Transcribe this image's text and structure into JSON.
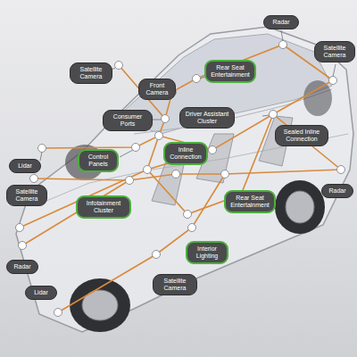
{
  "diagram": {
    "nodes": [
      {
        "text": [
          "Radar"
        ]
      },
      {
        "text": [
          "Satellite Camera"
        ]
      },
      {
        "text": [
          "Satellite Camera"
        ]
      },
      {
        "text": [
          "Rear Seat Entertainment"
        ]
      },
      {
        "text": [
          "Front Camera"
        ]
      },
      {
        "text": [
          "Consumer Ports"
        ]
      },
      {
        "text": [
          "Driver Assistant Cluster"
        ]
      },
      {
        "text": [
          "Sealed Inline Connection"
        ]
      },
      {
        "text": [
          "Control Panels"
        ]
      },
      {
        "text": [
          "Inline Connection"
        ]
      },
      {
        "text": [
          "Lidar"
        ]
      },
      {
        "text": [
          "Satellite Camera"
        ]
      },
      {
        "text": [
          "Infotainment Cluster"
        ]
      },
      {
        "text": [
          "Rear Seat Entertainment"
        ]
      },
      {
        "text": [
          "Radar"
        ]
      },
      {
        "text": [
          "Interior Lighting"
        ]
      },
      {
        "text": [
          "Radar"
        ]
      },
      {
        "text": [
          "Lidar"
        ]
      },
      {
        "text": [
          "Satellite Camera"
        ]
      }
    ]
  }
}
